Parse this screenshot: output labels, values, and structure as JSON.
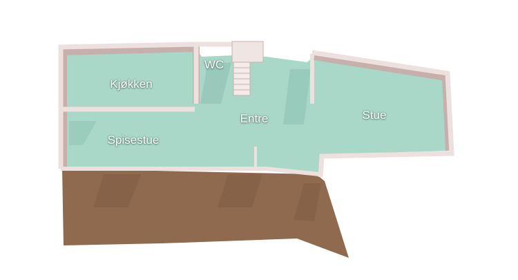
{
  "rooms": {
    "kitchen": "Kjøkken",
    "wc": "WC",
    "entrance": "Entre",
    "living": "Stue",
    "dining": "Spisestue"
  },
  "colors": {
    "floor": "#a9d8c9",
    "wall": "#ece1de",
    "wall_shade": "#c7b0ac",
    "ground": "#8f6a4f"
  }
}
